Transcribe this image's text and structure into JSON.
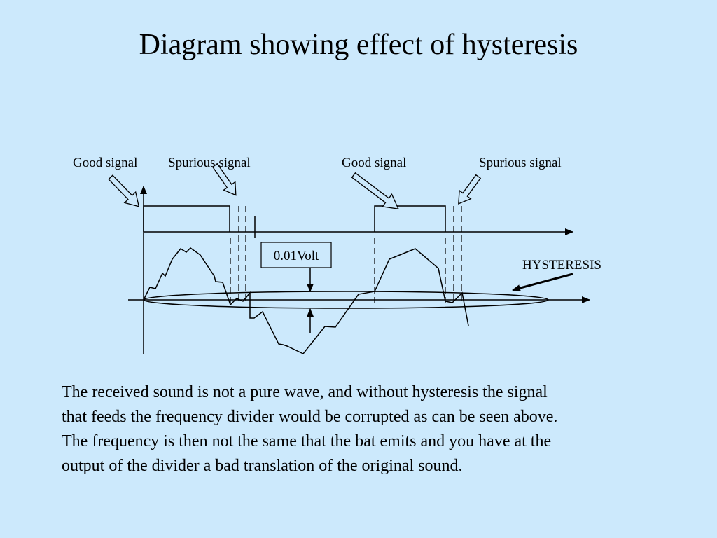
{
  "slide": {
    "title": "Diagram showing effect of hysteresis",
    "body_lines": [
      "The received sound is not a pure wave, and without hysteresis the signal",
      "that feeds the frequency divider would be corrupted as can be seen above.",
      "The frequency is then not the same that the bat emits and you have at the",
      "output of the divider a bad translation of the original sound."
    ]
  },
  "diagram": {
    "labels": {
      "good_signal_1": "Good signal",
      "spurious_signal_1": "Spurious signal",
      "good_signal_2": "Good signal",
      "spurious_signal_2": "Spurious signal",
      "threshold": "0.01Volt",
      "hysteresis": "HYSTERESIS"
    }
  }
}
